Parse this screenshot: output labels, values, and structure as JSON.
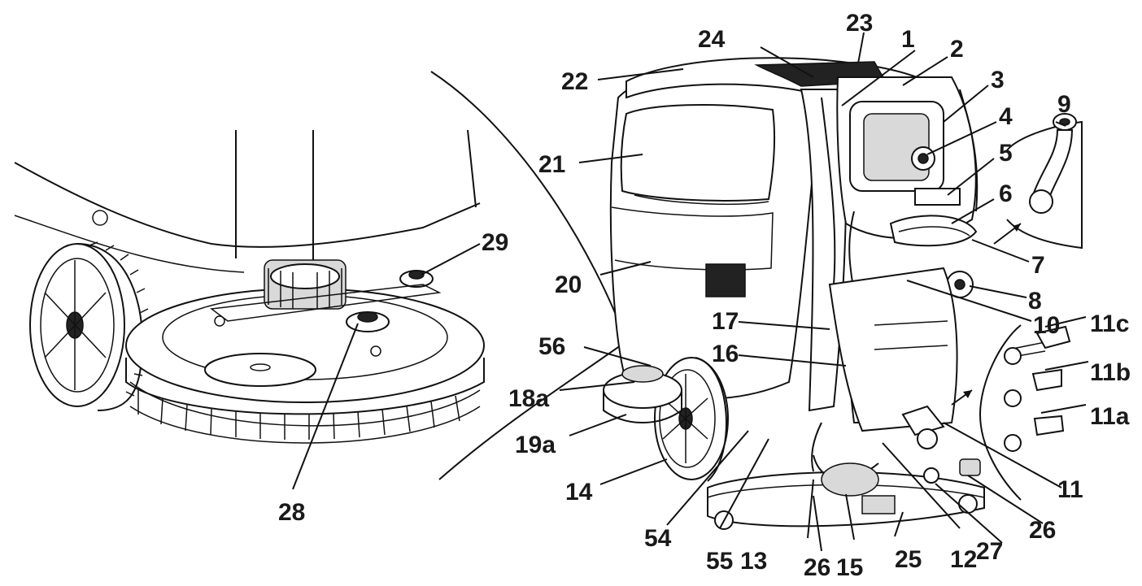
{
  "callouts": [
    {
      "id": "label-1",
      "text": "1"
    },
    {
      "id": "label-2",
      "text": "2"
    },
    {
      "id": "label-3",
      "text": "3"
    },
    {
      "id": "label-4",
      "text": "4"
    },
    {
      "id": "label-5",
      "text": "5"
    },
    {
      "id": "label-6",
      "text": "6"
    },
    {
      "id": "label-7",
      "text": "7"
    },
    {
      "id": "label-8",
      "text": "8"
    },
    {
      "id": "label-9",
      "text": "9"
    },
    {
      "id": "label-10",
      "text": "10"
    },
    {
      "id": "label-11",
      "text": "11"
    },
    {
      "id": "label-11a",
      "text": "11a"
    },
    {
      "id": "label-11b",
      "text": "11b"
    },
    {
      "id": "label-11c",
      "text": "11c"
    },
    {
      "id": "label-12",
      "text": "12"
    },
    {
      "id": "label-13",
      "text": "13"
    },
    {
      "id": "label-14",
      "text": "14"
    },
    {
      "id": "label-15",
      "text": "15"
    },
    {
      "id": "label-16",
      "text": "16"
    },
    {
      "id": "label-17",
      "text": "17"
    },
    {
      "id": "label-18a",
      "text": "18a"
    },
    {
      "id": "label-19a",
      "text": "19a"
    },
    {
      "id": "label-20",
      "text": "20"
    },
    {
      "id": "label-21",
      "text": "21"
    },
    {
      "id": "label-22",
      "text": "22"
    },
    {
      "id": "label-23",
      "text": "23"
    },
    {
      "id": "label-24",
      "text": "24"
    },
    {
      "id": "label-25",
      "text": "25"
    },
    {
      "id": "label-26a",
      "text": "26"
    },
    {
      "id": "label-26b",
      "text": "26"
    },
    {
      "id": "label-27",
      "text": "27"
    },
    {
      "id": "label-28",
      "text": "28"
    },
    {
      "id": "label-29",
      "text": "29"
    },
    {
      "id": "label-54",
      "text": "54"
    },
    {
      "id": "label-55",
      "text": "55"
    },
    {
      "id": "label-56",
      "text": "56"
    }
  ]
}
